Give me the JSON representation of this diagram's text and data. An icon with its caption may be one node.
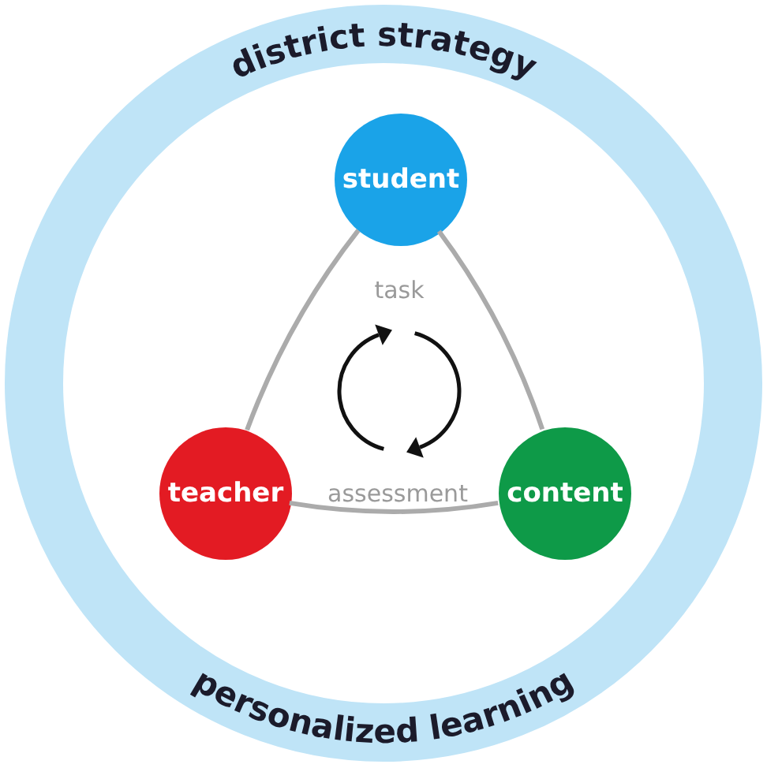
{
  "diagram": {
    "nodes": [
      {
        "text": [
          "district strategy",
          "personalized learning"
        ]
      },
      {
        "text": [
          "student"
        ],
        "in": 0
      },
      {
        "text": [
          "teacher"
        ],
        "in": 0
      },
      {
        "text": [
          "content"
        ],
        "in": 0
      }
    ],
    "edges": [
      {
        "from": 1,
        "to": 2,
        "arrow": "none"
      },
      {
        "from": 1,
        "to": 3,
        "arrow": "none"
      },
      {
        "from": 2,
        "to": 3,
        "arrow": "none"
      }
    ],
    "labels": [
      "task",
      "assessment"
    ]
  }
}
